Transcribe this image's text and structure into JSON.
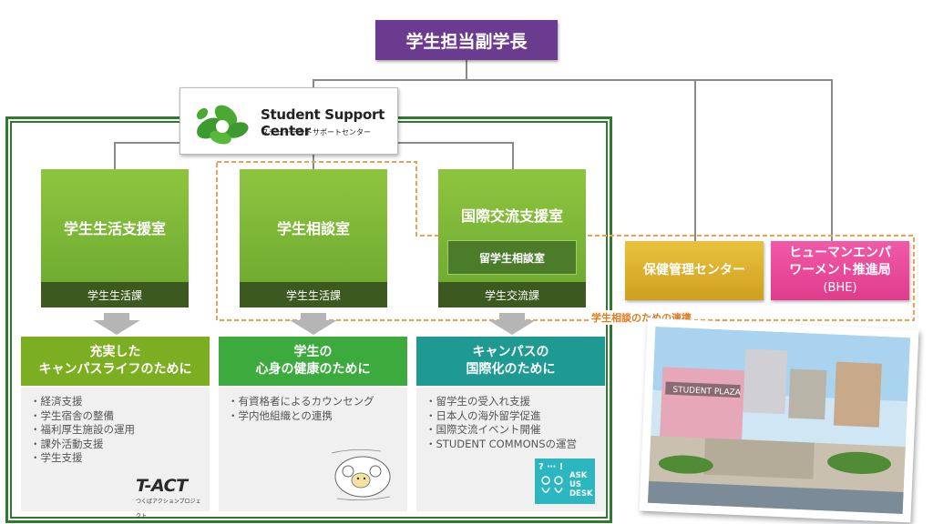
{
  "top": {
    "title": "学生担当副学長"
  },
  "ssc": {
    "logo_title": "Student Support Center",
    "logo_sub": "スチューデントサポートセンター"
  },
  "offices": [
    {
      "name": "学生生活支援室",
      "division": "学生生活課"
    },
    {
      "name": "学生相談室",
      "division": "学生生活課"
    },
    {
      "name": "国際交流支援室",
      "sub_room": "留学生相談室",
      "division": "学生交流課"
    }
  ],
  "side_units": [
    {
      "name": "保健管理センター",
      "color": "#d4a92a"
    },
    {
      "name_line1": "ヒューマンエンパ",
      "name_line2": "ワーメント推進局",
      "name_line3": "(BHE)",
      "color": "#e8489a"
    }
  ],
  "collaboration_label": "学生相談のための連携",
  "goals": [
    {
      "title_line1": "充実した",
      "title_line2": "キャンパスライフのために",
      "color": "#7cae22",
      "items": [
        "経済支援",
        "学生宿舎の整備",
        "福利厚生施設の運用",
        "課外活動支援",
        "学生支援"
      ],
      "logo_text": "T-ACT",
      "logo_sub": "つくばアクションプロジェクト"
    },
    {
      "title_line1": "学生の",
      "title_line2": "心身の健康のために",
      "color": "#3daa3d",
      "items": [
        "有資格者によるカウンセング",
        "学内他組織との連携"
      ]
    },
    {
      "title_line1": "キャンパスの",
      "title_line2": "国際化のために",
      "color": "#1f9a93",
      "items": [
        "留学生の受入れ支援",
        "日本人の海外留学促進",
        "国際交流イベント開催",
        "STUDENT COMMONSの運営"
      ],
      "logo_text1": "ASK",
      "logo_text2": "US",
      "logo_text3": "DESK",
      "logo_mark": "? ⋯ !"
    }
  ],
  "photo": {
    "sign": "STUDENT PLAZA"
  }
}
